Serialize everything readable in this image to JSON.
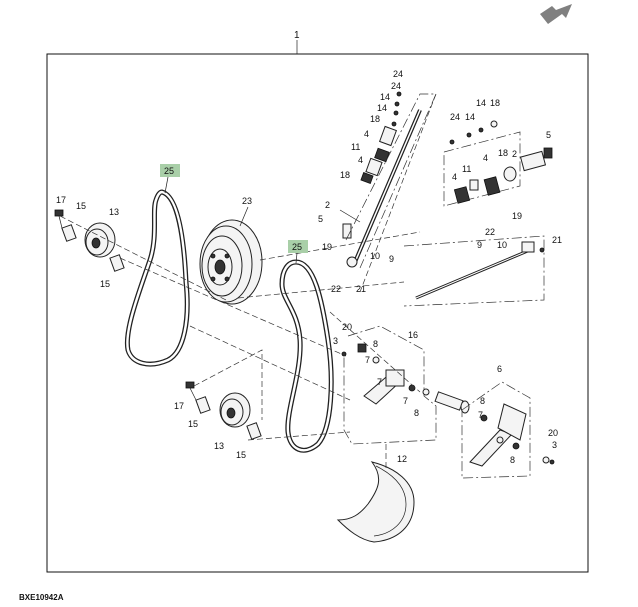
{
  "diagram": {
    "code": "BXE10942A",
    "callouts": {
      "c1": "1",
      "c2a": "2",
      "c2b": "2",
      "c3a": "3",
      "c3b": "3",
      "c4a": "4",
      "c4b": "4",
      "c4c": "4",
      "c4d": "4",
      "c5a": "5",
      "c5b": "5",
      "c6": "6",
      "c7a": "7",
      "c7b": "7",
      "c7c": "7",
      "c7d": "7",
      "c8a": "8",
      "c8b": "8",
      "c8c": "8",
      "c8d": "8",
      "c9a": "9",
      "c9b": "9",
      "c10a": "10",
      "c10b": "10",
      "c11a": "11",
      "c11b": "11",
      "c12": "12",
      "c13a": "13",
      "c13b": "13",
      "c14a": "14",
      "c14b": "14",
      "c14c": "14",
      "c14d": "14",
      "c15a": "15",
      "c15b": "15",
      "c15c": "15",
      "c15d": "15",
      "c16": "16",
      "c17a": "17",
      "c17b": "17",
      "c18a": "18",
      "c18b": "18",
      "c18c": "18",
      "c18d": "18",
      "c19a": "19",
      "c19b": "19",
      "c20a": "20",
      "c20b": "20",
      "c21a": "21",
      "c21b": "21",
      "c22a": "22",
      "c22b": "22",
      "c23": "23",
      "c24a": "24",
      "c24b": "24",
      "c24c": "24",
      "c25a": "25",
      "c25b": "25"
    },
    "colors": {
      "highlight": "#a9cfa8",
      "ink": "#222222",
      "arrow": "#808080"
    }
  }
}
